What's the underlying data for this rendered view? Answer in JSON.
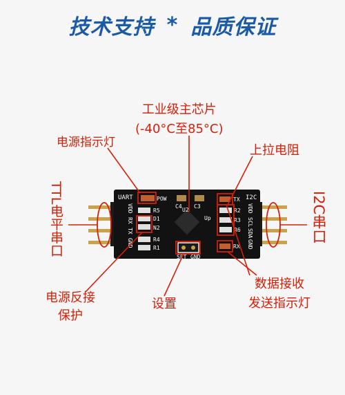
{
  "banner": {
    "left": "技术支持",
    "separator": "*",
    "right": "品质保证"
  },
  "labels": {
    "main_chip_line1": "工业级主芯片",
    "main_chip_line2": "(-40°C至85°C)",
    "power_led": "电源指示灯",
    "pullup": "上拉电阻",
    "ttl_port": "TTL电平串口",
    "i2c_port": "I2C串口",
    "reverse_line1": "电源反接",
    "reverse_line2": "保护",
    "setting": "设置",
    "rxtx_line1": "数据接收",
    "rxtx_line2": "发送指示灯"
  },
  "pcb": {
    "uart": "UART",
    "i2c": "I2C",
    "pow": "POW",
    "c4": "C4",
    "c3": "C3",
    "u2": "U2",
    "up": "Up",
    "tx": "TX",
    "rx": "RX",
    "r5": "R5",
    "d1": "D1",
    "n2": "N2",
    "r4": "R4",
    "r1": "R1",
    "r2": "R2",
    "r3": "R3",
    "r6": "R6",
    "set": "SET",
    "gnd": "GND",
    "left_pins": [
      "VDD",
      "RX",
      "TX",
      "GND"
    ],
    "right_pins": [
      "VDD",
      "SCL",
      "SDA",
      "GND"
    ]
  },
  "colors": {
    "banner": "#1b5aa6",
    "annotation": "#d81e06",
    "pcb": "#121212",
    "pin": "#c9a24a"
  }
}
